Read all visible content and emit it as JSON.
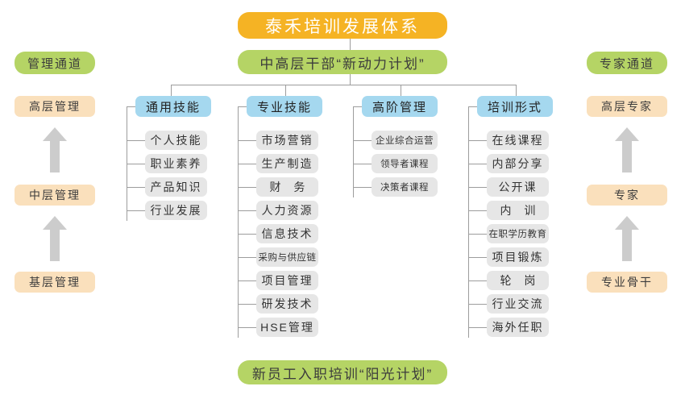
{
  "diagram": {
    "top_banner": "泰禾培训发展体系",
    "second_banner": "中高层干部“新动力计划”",
    "bottom_banner": "新员工入职培训“阳光计划”",
    "colors": {
      "orange": "#F5B324",
      "green": "#B5D465",
      "blue": "#A5D8EF",
      "peach": "#FAE0BC",
      "gray": "#E6E6E6",
      "line": "#9D9D9D",
      "arrow": "#CCCCCC"
    }
  },
  "left_track": {
    "title": "管理通道",
    "levels": [
      "高层管理",
      "中层管理",
      "基层管理"
    ],
    "arrow_icon": "up-arrow-icon"
  },
  "right_track": {
    "title": "专家通道",
    "levels": [
      "高层专家",
      "专家",
      "专业骨干"
    ],
    "arrow_icon": "up-arrow-icon"
  },
  "columns": [
    {
      "id": "general-skills",
      "header": "通用技能",
      "items": [
        "个人技能",
        "职业素养",
        "产品知识",
        "行业发展"
      ]
    },
    {
      "id": "professional-skills",
      "header": "专业技能",
      "items": [
        "市场营销",
        "生产制造",
        "财 务",
        "人力资源",
        "信息技术",
        "采购与供应链",
        "项目管理",
        "研发技术",
        "HSE管理"
      ]
    },
    {
      "id": "advanced-management",
      "header": "高阶管理",
      "items": [
        "企业综合运营",
        "领导者课程",
        "决策者课程"
      ]
    },
    {
      "id": "training-forms",
      "header": "培训形式",
      "items": [
        "在线课程",
        "内部分享",
        "公开课",
        "内 训",
        "在职学历教育",
        "项目锻炼",
        "轮 岗",
        "行业交流",
        "海外任职"
      ]
    }
  ]
}
